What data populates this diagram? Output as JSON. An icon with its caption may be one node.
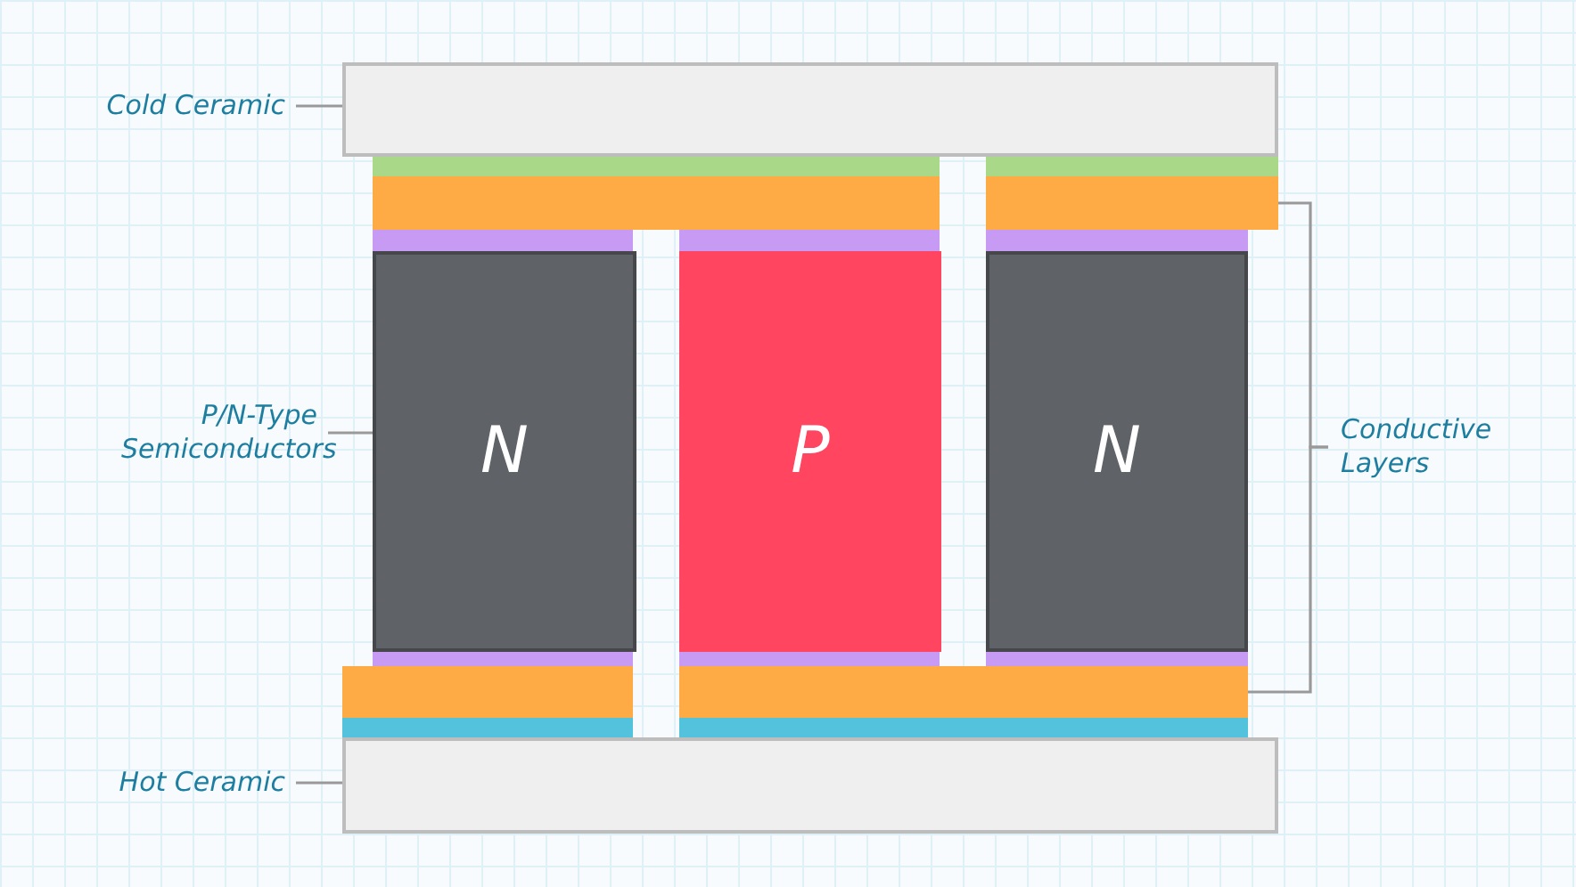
{
  "diagram": {
    "nodes": [
      {
        "text": [
          "Cold Ceramic"
        ]
      },
      {
        "text": [],
        "shape": "box"
      },
      {
        "text": [],
        "shape": "bar"
      },
      {
        "text": [],
        "shape": "bar"
      },
      {
        "text": [
          "N"
        ]
      },
      {
        "text": [
          "P"
        ]
      },
      {
        "text": [
          "N"
        ]
      },
      {
        "text": [
          "P/N-Type Semiconductors"
        ]
      },
      {
        "text": [
          "Conductive Layers"
        ]
      },
      {
        "text": [],
        "shape": "bar"
      },
      {
        "text": [],
        "shape": "bar"
      },
      {
        "text": [
          "Hot Ceramic"
        ]
      },
      {
        "text": [],
        "shape": "box"
      }
    ],
    "edges": [
      {
        "from": 0,
        "to": 1,
        "arrow": "none"
      },
      {
        "from": 7,
        "to": 4,
        "arrow": "none"
      },
      {
        "from": 8,
        "to": 3,
        "arrow": "none"
      },
      {
        "from": 8,
        "to": 10,
        "arrow": "none"
      },
      {
        "from": 11,
        "to": 12,
        "arrow": "none"
      }
    ]
  }
}
